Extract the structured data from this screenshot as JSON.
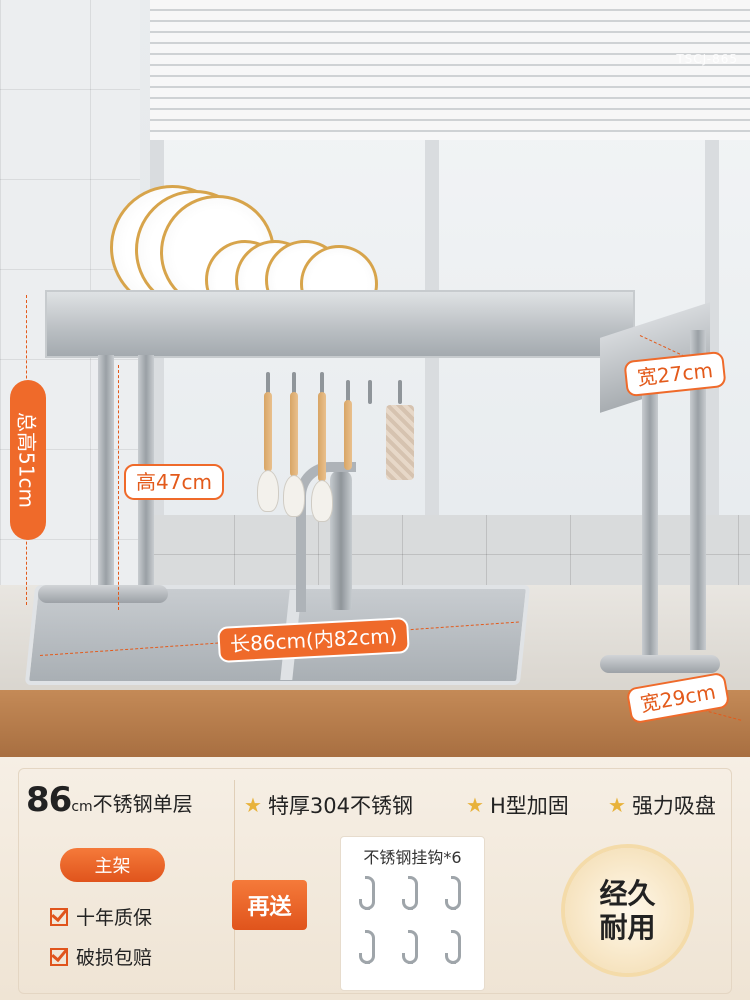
{
  "photo": {
    "model_code": "TSCJ-865",
    "dimensions": {
      "total_height": "总高51cm",
      "inner_height": "高47cm",
      "top_width": "宽27cm",
      "length": "长86cm(内82cm)",
      "base_width": "宽29cm"
    }
  },
  "info": {
    "size_number": "86",
    "size_unit": "cm",
    "size_desc": "不锈钢单层",
    "features": [
      "特厚304不锈钢",
      "H型加固",
      "强力吸盘"
    ],
    "main_tag": "主架",
    "checks": [
      "十年质保",
      "破损包赔"
    ],
    "gift_tag": "再送",
    "gift_title": "不锈钢挂钩*6",
    "badge": "经久耐用"
  },
  "colors": {
    "accent": "#ef6a2a",
    "star": "#e8b23a",
    "panel_bg": "#f3ebdf"
  }
}
